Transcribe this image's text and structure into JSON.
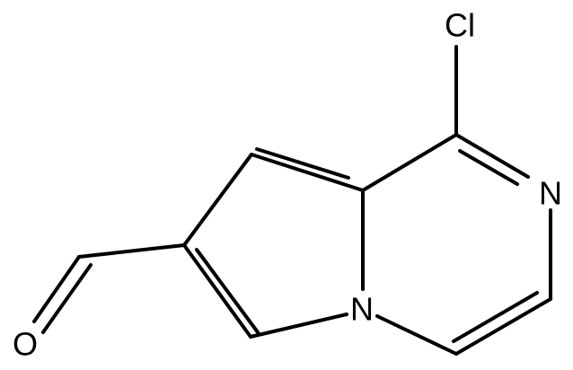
{
  "molecule": {
    "atoms": {
      "chlorine": "Cl",
      "pyrazine_nitrogen": "N",
      "bridgehead_nitrogen": "N",
      "carbonyl_oxygen": "O"
    }
  },
  "colors": {
    "bond": "#000000",
    "label": "#000000",
    "background": "#ffffff"
  }
}
